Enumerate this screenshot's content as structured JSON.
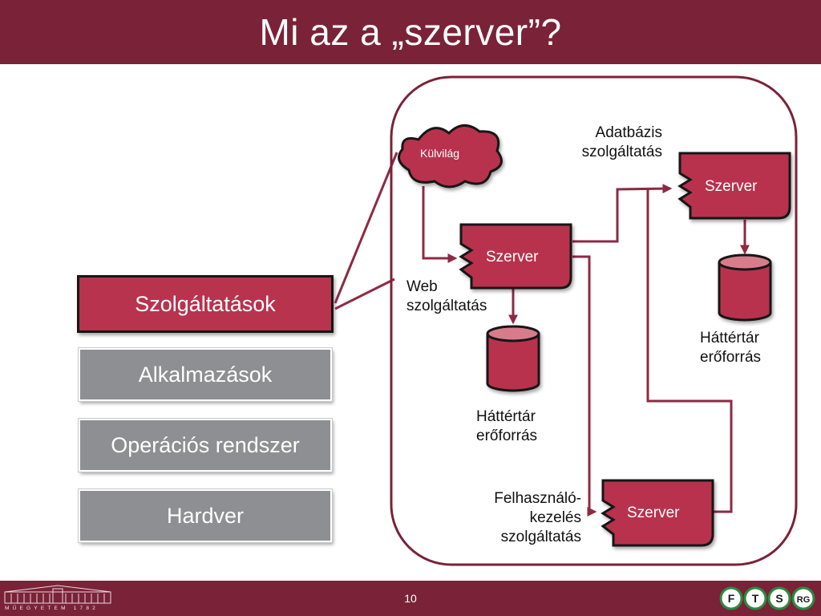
{
  "slide": {
    "title": "Mi az a „szerver”?",
    "page_number": "10"
  },
  "stack": {
    "items": [
      {
        "label": "Szolgáltatások",
        "active": true
      },
      {
        "label": "Alkalmazások",
        "active": false
      },
      {
        "label": "Operációs rendszer",
        "active": false
      },
      {
        "label": "Hardver",
        "active": false
      }
    ]
  },
  "diagram": {
    "cloud_label": "Külvilág",
    "server_label": "Szerver",
    "web_service": [
      "Web",
      "szolgáltatás"
    ],
    "db_service": [
      "Adatbázis",
      "szolgáltatás"
    ],
    "user_service": [
      "Felhasználó-",
      "kezelés",
      "szolgáltatás"
    ],
    "storage_left": [
      "Háttértár",
      "erőforrás"
    ],
    "storage_right": [
      "Háttértár",
      "erőforrás"
    ]
  },
  "footer": {
    "university_text": "MŰEGYETEM 1782",
    "lab_logo_letters": [
      "F",
      "T",
      "S",
      "RG"
    ]
  },
  "colors": {
    "brand": "#7a2238",
    "box_fill": "#b8334e",
    "box_stroke": "#161616",
    "arrow": "#8c2a45",
    "grey_box": "#8e8f92"
  }
}
